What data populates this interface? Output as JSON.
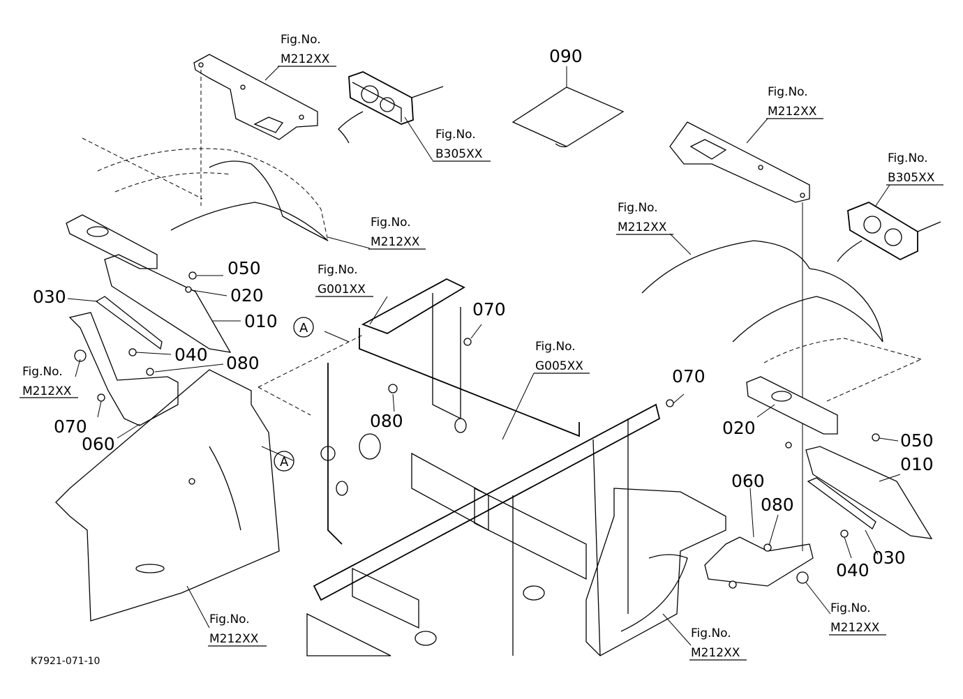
{
  "callouts": {
    "fig_tl": {
      "line1": "Fig.No.",
      "line2": "M212XX"
    },
    "fig_tl2": {
      "line1": "Fig.No.",
      "line2": "B305XX"
    },
    "fig_l_fender": {
      "line1": "Fig.No.",
      "line2": "M212XX"
    },
    "fig_frame": {
      "line1": "Fig.No.",
      "line2": "G001XX"
    },
    "fig_l_step": {
      "line1": "Fig.No.",
      "line2": "M212XX"
    },
    "fig_bot_l": {
      "line1": "Fig.No.",
      "line2": "M212XX"
    },
    "fig_g005": {
      "line1": "Fig.No.",
      "line2": "G005XX"
    },
    "fig_tr": {
      "line1": "Fig.No.",
      "line2": "M212XX"
    },
    "fig_tr2": {
      "line1": "Fig.No.",
      "line2": "B305XX"
    },
    "fig_r_fender": {
      "line1": "Fig.No.",
      "line2": "M212XX"
    },
    "fig_bot_r": {
      "line1": "Fig.No.",
      "line2": "M212XX"
    },
    "fig_r_step": {
      "line1": "Fig.No.",
      "line2": "M212XX"
    }
  },
  "parts": {
    "p090": "090",
    "p050_l": "050",
    "p020_l": "020",
    "p030_l": "030",
    "p010_l": "010",
    "p040_l": "040",
    "p080_l": "080",
    "p070_l": "070",
    "p060_l": "060",
    "p070_c": "070",
    "p080_c": "080",
    "p070_r": "070",
    "p020_r": "020",
    "p050_r": "050",
    "p010_r": "010",
    "p060_r": "060",
    "p080_r": "080",
    "p040_r": "040",
    "p030_r": "030"
  },
  "refs": {
    "a1": "A",
    "a2": "A"
  },
  "drawing_id": "K7921-071-10"
}
